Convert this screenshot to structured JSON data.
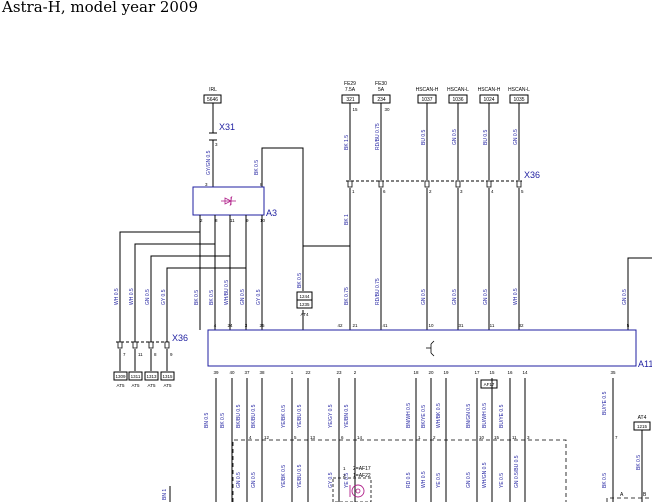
{
  "title": "Astra-H, model year 2009",
  "top_labels": [
    {
      "name": "IRL",
      "box": "5646"
    },
    {
      "name": "FE29",
      "sub": "7.5A",
      "box": "321",
      "pin": "15"
    },
    {
      "name": "FE30",
      "sub": "5A",
      "box": "234",
      "pin": "30"
    },
    {
      "name": "HSCAN-H",
      "box": "1037"
    },
    {
      "name": "HSCAN-L",
      "box": "1036"
    },
    {
      "name": "HSCAN-H",
      "box": "1024"
    },
    {
      "name": "HSCAN-L",
      "box": "1035"
    }
  ],
  "components": {
    "x31": "X31",
    "x36_top": "X36",
    "x36_left": "X36",
    "a3": "A3",
    "a11": "A11",
    "at4_main": "AT4",
    "at4_right": "AT4"
  },
  "wire_labels_upper": [
    "GY/GN 0.5",
    "BK 0.5",
    "BK 1.5",
    "RD/BU 0.75",
    "BU 0.5",
    "GN 0.5",
    "BU 0.5",
    "GN 0.5",
    "BK 1"
  ],
  "wire_labels_mid": [
    "WH 0.5",
    "WH 0.5",
    "GN 0.5",
    "GY 0.5",
    "BK 0.5",
    "BK 0.5",
    "WH/BU 0.5",
    "GN 0.5",
    "GY 0.5",
    "BK 0.5",
    "BK 0.75",
    "RD/BU 0.75",
    "GN 0.5",
    "GN 0.5",
    "GN 0.5",
    "WH 0.5",
    "GN 0.5"
  ],
  "at_boxes": [
    {
      "box": "1244",
      "box2": "1235",
      "label": "AT4"
    },
    {
      "box": "1309",
      "label": "AT5"
    },
    {
      "box": "1311",
      "label": "AT5"
    },
    {
      "box": "1313",
      "label": "AT5"
    },
    {
      "box": "1315",
      "label": "AT5"
    },
    {
      "box": "AF17",
      "label": ""
    },
    {
      "box": "1215",
      "label": "AT4"
    }
  ],
  "a11_top_pins": [
    "4",
    "24",
    "3",
    "25",
    "42",
    "21",
    "41",
    "10",
    "31",
    "11",
    "32",
    "5"
  ],
  "a11_bottom_pins": [
    "39",
    "40",
    "37",
    "38",
    "1",
    "22",
    "23",
    "2",
    "18",
    "20",
    "19",
    "17",
    "15",
    "16",
    "14",
    "35"
  ],
  "a3_top_pins": [
    "3",
    "8"
  ],
  "a3_bottom_pins": [
    "2",
    "8",
    "11",
    "9",
    "10"
  ],
  "x36_top_pins": [
    "1",
    "6",
    "2",
    "3",
    "4",
    "5"
  ],
  "x36_left_pins": [
    "7",
    "11",
    "8",
    "9"
  ],
  "lower_labels": [
    "BN 0.5",
    "BK 0.5",
    "BK/BU 0.5",
    "BK/BU 0.5",
    "YE/BK 0.5",
    "YE/BU 0.5",
    "YE/GY 0.5",
    "YE/BN 0.5",
    "BN/WH 0.5",
    "BK/YE 0.5",
    "WH/BK 0.5",
    "BN/GN 0.5",
    "BU/WH 0.5",
    "BU/YE 0.5",
    "BK 0.5"
  ],
  "lower_pins": [
    "4",
    "12",
    "5",
    "13",
    "6",
    "14",
    "1",
    "2",
    "10",
    "15",
    "11",
    "3",
    "7"
  ],
  "lower_wire_labels": [
    "GN 0.5",
    "GN 0.5",
    "YE/BK 0.5",
    "YE/BU 0.5",
    "GY 0.5",
    "YE 0.5",
    "RD 0.5",
    "WH 0.5",
    "YE 0.5",
    "GN 0.5",
    "WH/GN 0.5",
    "YE 0.5",
    "GN 0.5/BU 0.5",
    "BK 0.5"
  ],
  "af17_label": "2=AF17",
  "af22_label": "1=AF22",
  "bn_label": "BN 1",
  "right_pins": [
    "A",
    "B"
  ]
}
